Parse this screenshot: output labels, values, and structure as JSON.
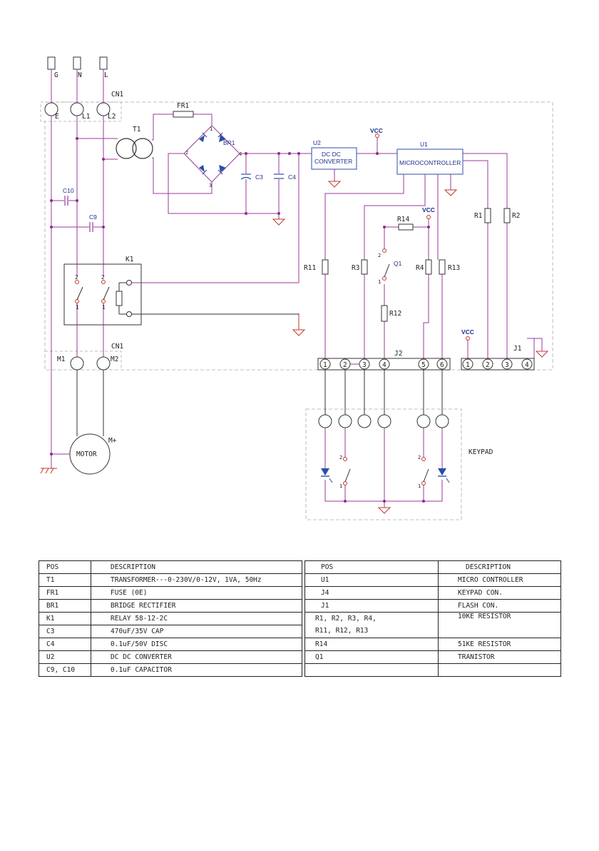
{
  "schematic": {
    "terminals": [
      "G",
      "N",
      "L"
    ],
    "cn1_top": {
      "name": "CN1",
      "pins": [
        "E",
        "L1",
        "L2"
      ]
    },
    "fuse": "FR1",
    "transformer": "T1",
    "bridge": {
      "name": "BR1",
      "pins": [
        "1",
        "2",
        "3",
        "4"
      ]
    },
    "caps": [
      "C3",
      "C4",
      "C9",
      "C10"
    ],
    "dcdc": {
      "ref": "U2",
      "line1": "DC DC",
      "line2": "CONVERTER"
    },
    "mcu": {
      "ref": "U1",
      "label": "MICROCONTROLLER"
    },
    "vcc": "VCC",
    "relay": {
      "name": "K1",
      "contacts": [
        "2",
        "1",
        "2",
        "1"
      ]
    },
    "resistors": [
      "R1",
      "R2",
      "R3",
      "R4",
      "R11",
      "R12",
      "R13",
      "R14"
    ],
    "transistor": {
      "name": "Q1",
      "pins": [
        "2",
        "1"
      ]
    },
    "cn1_bottom": {
      "name": "CN1",
      "pins": [
        "M1",
        "M2"
      ]
    },
    "motor": {
      "label": "MOTOR",
      "pin": "M+"
    },
    "j2": {
      "name": "J2",
      "pins": [
        "1",
        "2",
        "3",
        "4",
        "5",
        "6"
      ]
    },
    "j1": {
      "name": "J1",
      "pins": [
        "1",
        "2",
        "3",
        "4"
      ]
    },
    "keypad": {
      "label": "KEYPAD",
      "switch_pins": [
        "2",
        "1",
        "2",
        "1"
      ]
    }
  },
  "bom": {
    "headers": {
      "pos_left": "POS",
      "desc_left": "DESCRIPTION",
      "pos_right": "POS",
      "desc_right": "DESCRIPTION"
    },
    "left": [
      {
        "pos": "T1",
        "desc": "TRANSFORMER---0-230V/0-12V, 1VA, 50Hz"
      },
      {
        "pos": "FR1",
        "desc": "FUSE (0E)"
      },
      {
        "pos": "BR1",
        "desc": "BRIDGE RECTIFIER"
      },
      {
        "pos": "K1",
        "desc": "RELAY  58-12-2C"
      },
      {
        "pos": "C3",
        "desc": "470uF/35V CAP"
      },
      {
        "pos": "C4",
        "desc": "0.1uF/50V DISC"
      },
      {
        "pos": "U2",
        "desc": "DC DC CONVERTER"
      },
      {
        "pos": "C9, C10",
        "desc": "0.1uF CAPACITOR"
      }
    ],
    "right": [
      {
        "pos": "U1",
        "desc": "MICRO CONTROLLER"
      },
      {
        "pos": "J4",
        "desc": "KEYPAD CON."
      },
      {
        "pos": "J1",
        "desc": "FLASH CON."
      },
      {
        "pos": "R1, R2, R3, R4, R11, R12, R13",
        "desc": "10KE RESISTOR"
      },
      {
        "pos": "R14",
        "desc": "51KE RESISTOR"
      },
      {
        "pos": "Q1",
        "desc": "TRANISTOR"
      }
    ]
  }
}
